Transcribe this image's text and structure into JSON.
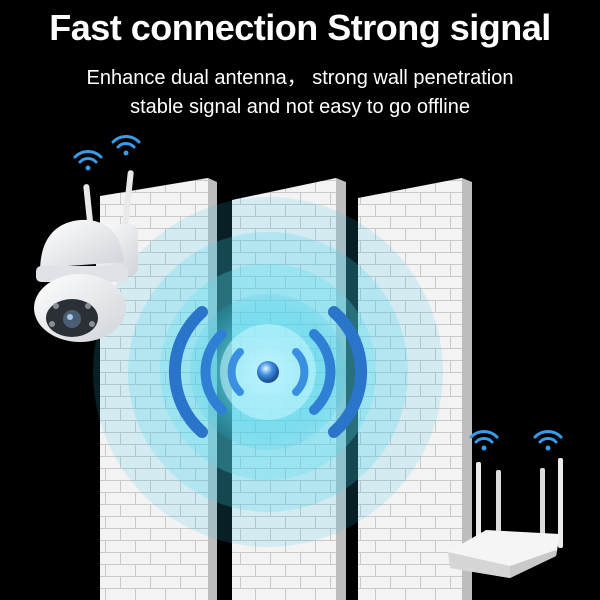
{
  "headline": "Fast connection Strong signal",
  "subline1": "Enhance dual antenna， strong wall penetration",
  "subline2": "stable signal and not easy to go offline",
  "colors": {
    "background": "#000000",
    "wall": "#f2f2f2",
    "signal_ring": "#3fd4ec",
    "signal_arc": "#3a8fe0",
    "device_body": "#f4f4f4",
    "wifi_icon": "#3b9be6"
  },
  "icons": [
    "wifi-icon",
    "signal-wave-icon"
  ]
}
